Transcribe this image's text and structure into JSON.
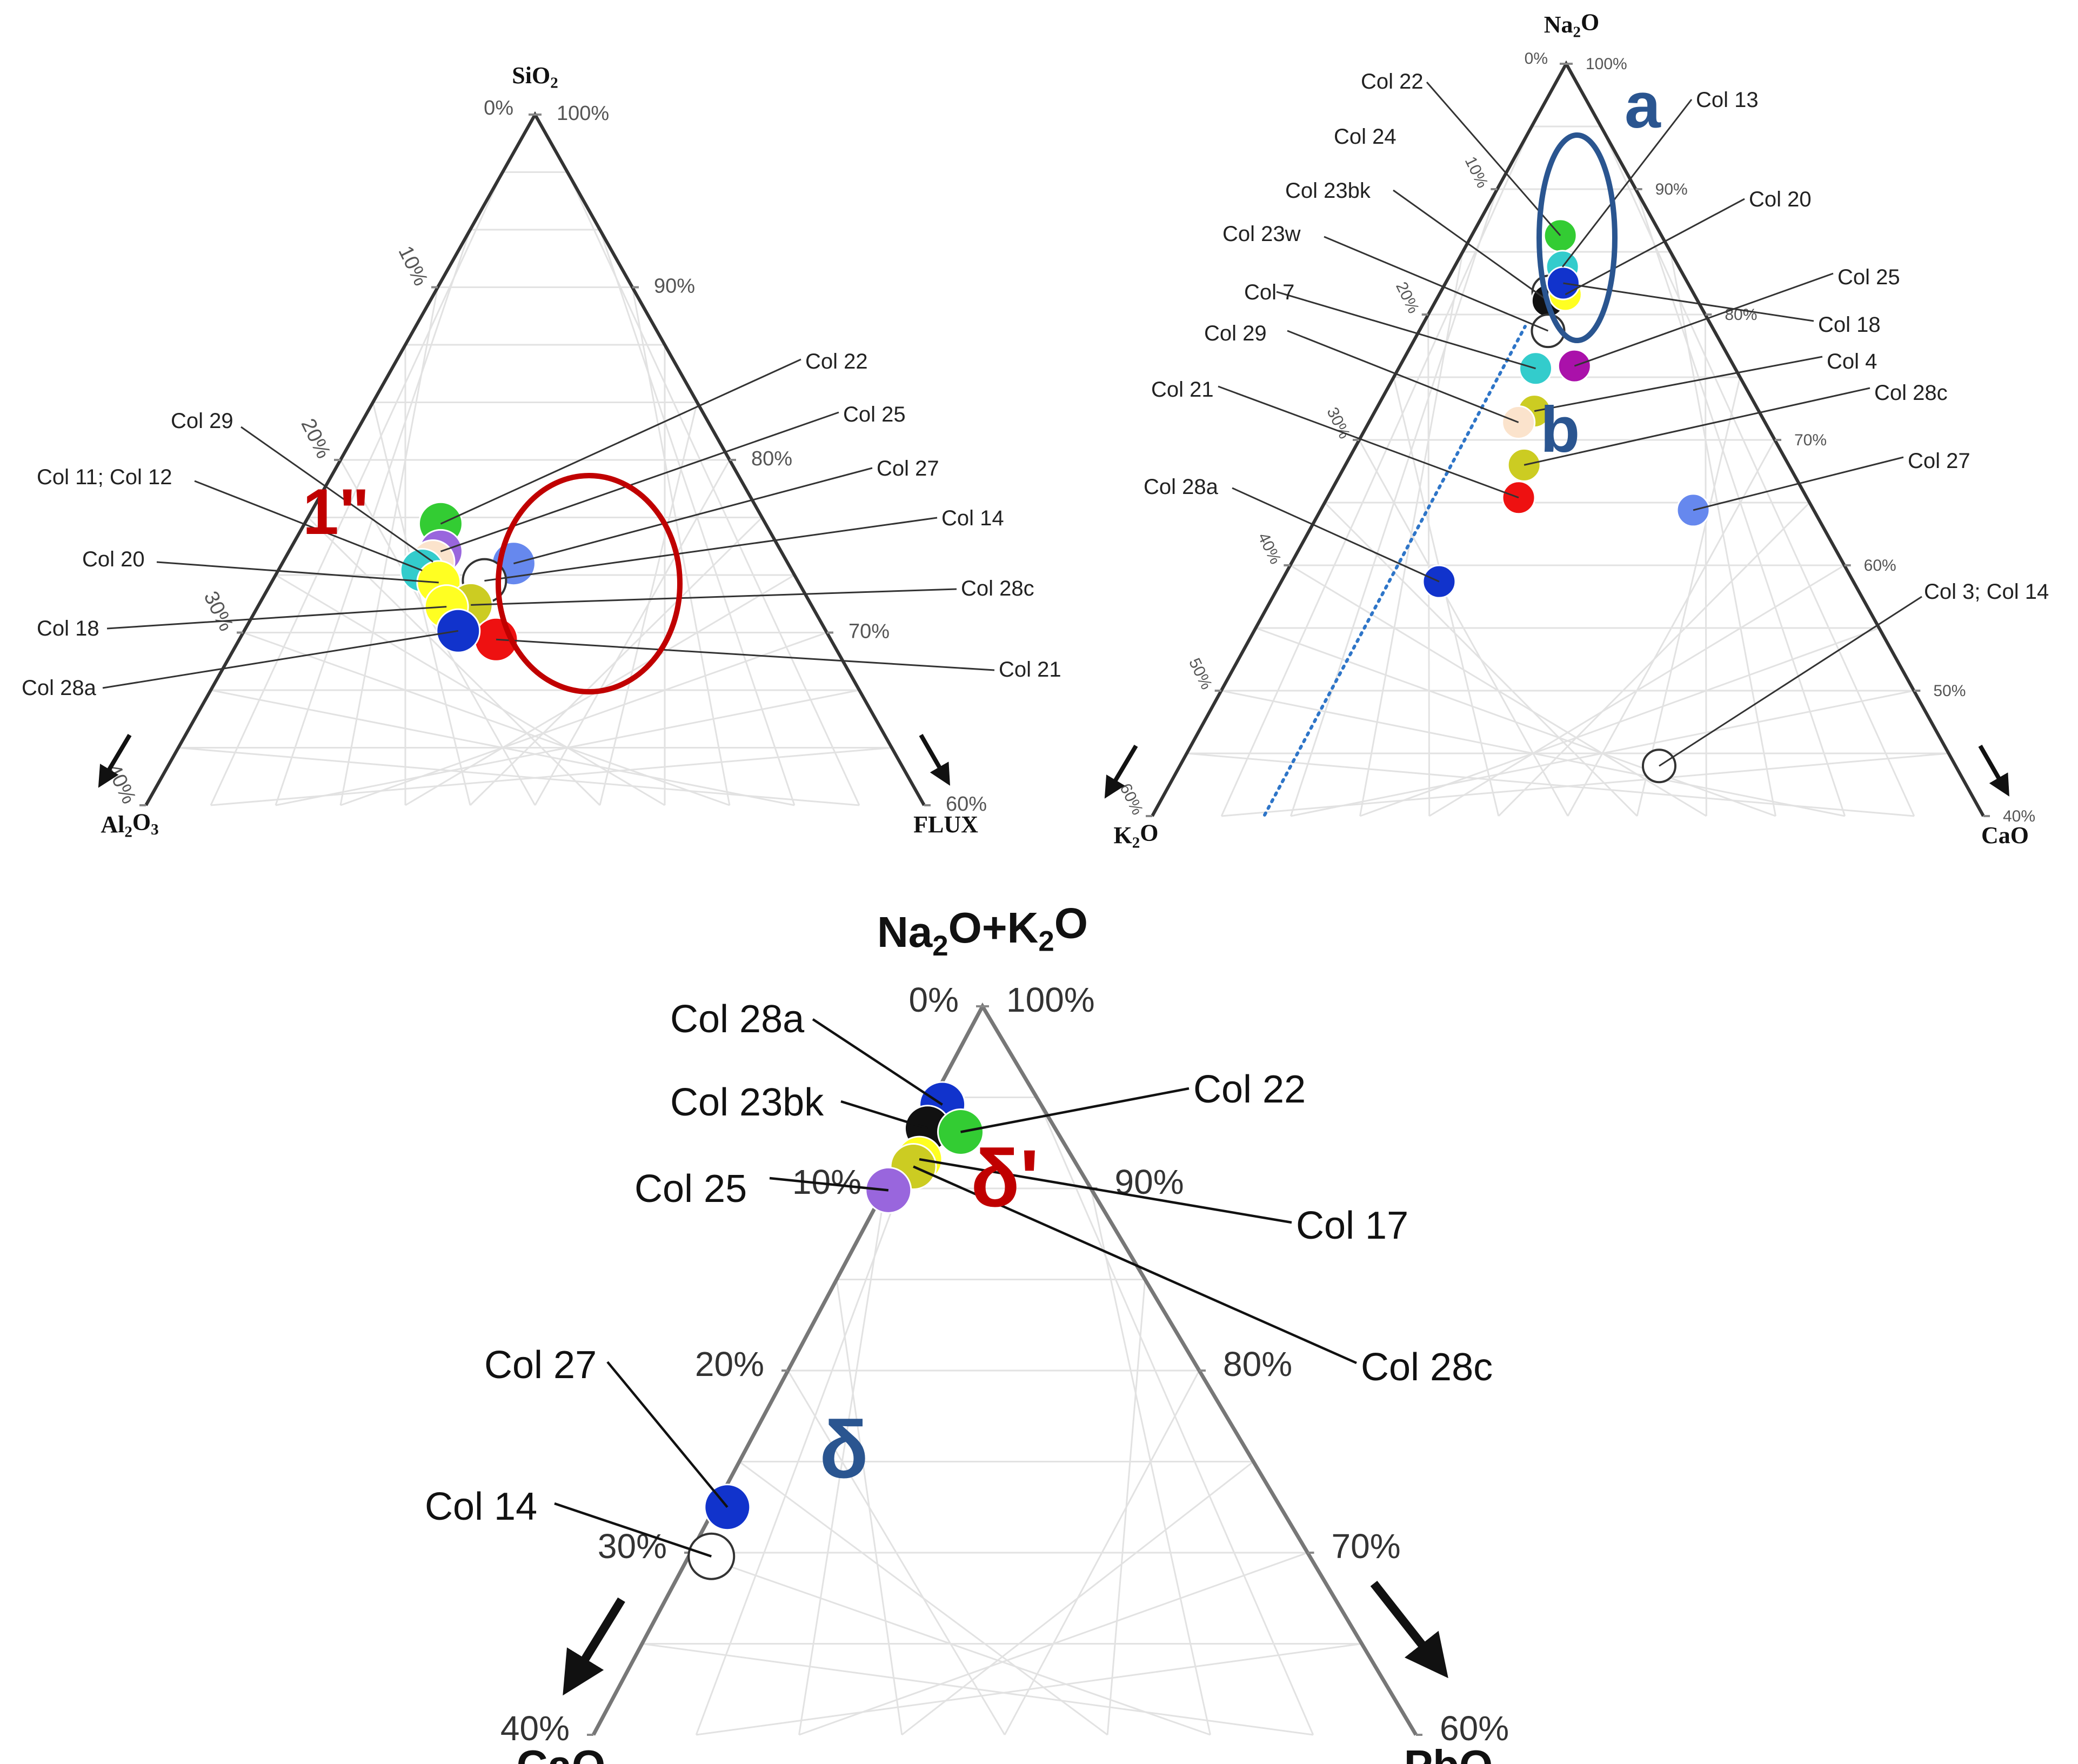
{
  "colors": {
    "green": "#33cc33",
    "cyan": "#33cccc",
    "black": "#111111",
    "blue": "#1133cc",
    "yellow": "#ffff22",
    "magenta": "#aa11aa",
    "purple": "#9966dd",
    "peach": "#fbe3cc",
    "olive": "#cccc22",
    "red": "#ee1111",
    "lightblue": "#6688ee",
    "white": "#ffffff",
    "dark_red_ellipse": "#c00000",
    "dark_blue_ellipse": "#2a5590",
    "blue_dotted": "#2e75c8"
  },
  "chart_data": [
    {
      "type": "scatter",
      "subtype": "ternary",
      "apex_top": {
        "main": "SiO",
        "sub": "2"
      },
      "apex_left": {
        "main": "Al",
        "sub": "2",
        "tail": "O",
        "sub2": "3"
      },
      "apex_right": {
        "main": "FLUX"
      },
      "left_edge_ticks": [
        "0%",
        "10%",
        "20%",
        "30%",
        "40%"
      ],
      "right_edge_ticks": [
        "100%",
        "90%",
        "80%",
        "70%",
        "60%"
      ],
      "axis_range": {
        "SiO2": [
          60,
          100
        ],
        "Al2O3": [
          0,
          40
        ],
        "FLUX": [
          0,
          40
        ]
      },
      "grid": true,
      "region_label": "1\"",
      "points": [
        {
          "label": "Col 22",
          "SiO2": 76.3,
          "Al2O3": 16.7,
          "FLUX": 7.0,
          "color": "green"
        },
        {
          "label": "Col 25",
          "SiO2": 74.7,
          "Al2O3": 17.5,
          "FLUX": 7.8,
          "color": "purple"
        },
        {
          "label": "Col 29",
          "SiO2": 74.1,
          "Al2O3": 18.2,
          "FLUX": 7.7,
          "color": "peach"
        },
        {
          "label": "Col 11; Col 12",
          "SiO2": 73.6,
          "Al2O3": 19.0,
          "FLUX": 7.4,
          "color": "cyan"
        },
        {
          "label": "Col 27",
          "SiO2": 74.0,
          "Al2O3": 14.1,
          "FLUX": 11.9,
          "color": "lightblue"
        },
        {
          "label": "Col 20",
          "SiO2": 72.9,
          "Al2O3": 18.5,
          "FLUX": 8.6,
          "color": "yellow"
        },
        {
          "label": "Col 14",
          "SiO2": 73.0,
          "Al2O3": 16.1,
          "FLUX": 10.9,
          "color": "white"
        },
        {
          "label": "Col 28c",
          "SiO2": 71.6,
          "Al2O3": 17.5,
          "FLUX": 10.9,
          "color": "olive"
        },
        {
          "label": "Col 18",
          "SiO2": 71.5,
          "Al2O3": 18.8,
          "FLUX": 9.7,
          "color": "yellow"
        },
        {
          "label": "Col 21",
          "SiO2": 69.6,
          "Al2O3": 17.2,
          "FLUX": 13.2,
          "color": "red"
        },
        {
          "label": "Col 28a",
          "SiO2": 70.1,
          "Al2O3": 18.9,
          "FLUX": 11.0,
          "color": "blue"
        }
      ]
    },
    {
      "type": "scatter",
      "subtype": "ternary",
      "apex_top": {
        "main": "Na",
        "sub": "2",
        "tail": "O"
      },
      "apex_left": {
        "main": "K",
        "sub": "2",
        "tail": "O"
      },
      "apex_right": {
        "main": "CaO"
      },
      "left_edge_ticks": [
        "0%",
        "10%",
        "20%",
        "30%",
        "40%",
        "50%",
        "60%"
      ],
      "right_edge_ticks": [
        "100%",
        "90%",
        "80%",
        "70%",
        "60%",
        "50%",
        "40%"
      ],
      "axis_range": {
        "Na2O": [
          40,
          100
        ],
        "K2O": [
          0,
          60
        ],
        "CaO": [
          0,
          60
        ]
      },
      "grid": true,
      "region_labels": [
        "a",
        "b"
      ],
      "points": [
        {
          "label": "Col 22",
          "Na2O": 86.3,
          "K2O": 7.3,
          "CaO": 6.4,
          "color": "green"
        },
        {
          "label": "Col 13",
          "Na2O": 83.8,
          "K2O": 8.4,
          "CaO": 7.8,
          "color": "cyan"
        },
        {
          "label": "Col 24",
          "Na2O": 81.8,
          "K2O": 10.4,
          "CaO": 7.8,
          "color": "white"
        },
        {
          "label": "Col 23bk",
          "Na2O": 81.1,
          "K2O": 10.8,
          "CaO": 8.1,
          "color": "black"
        },
        {
          "label": "Col 20",
          "Na2O": 81.6,
          "K2O": 9.3,
          "CaO": 9.1,
          "color": "yellow"
        },
        {
          "label": "Col 23w",
          "Na2O": 78.7,
          "K2O": 12.0,
          "CaO": 9.3,
          "color": "white"
        },
        {
          "label": "Col 25",
          "Na2O": 75.9,
          "K2O": 11.5,
          "CaO": 12.6,
          "color": "magenta"
        },
        {
          "label": "Col 7",
          "Na2O": 75.7,
          "K2O": 14.4,
          "CaO": 9.9,
          "color": "cyan"
        },
        {
          "label": "Col 18",
          "Na2O": 82.5,
          "K2O": 9.0,
          "CaO": 8.5,
          "color": "blue"
        },
        {
          "label": "Col 4",
          "Na2O": 72.3,
          "K2O": 16.2,
          "CaO": 11.5,
          "color": "olive"
        },
        {
          "label": "Col 29",
          "Na2O": 71.4,
          "K2O": 17.8,
          "CaO": 10.8,
          "color": "peach"
        },
        {
          "label": "Col 28c",
          "Na2O": 68.0,
          "K2O": 19.1,
          "CaO": 12.9,
          "color": "olive"
        },
        {
          "label": "Col 21",
          "Na2O": 65.4,
          "K2O": 20.8,
          "CaO": 13.8,
          "color": "red"
        },
        {
          "label": "Col 27",
          "Na2O": 64.4,
          "K2O": 8.7,
          "CaO": 26.9,
          "color": "lightblue"
        },
        {
          "label": "Col 28a",
          "Na2O": 58.7,
          "K2O": 29.9,
          "CaO": 11.4,
          "color": "blue"
        },
        {
          "label": "Col 3; Col 14",
          "Na2O": 44.0,
          "K2O": 21.4,
          "CaO": 34.6,
          "color": "white"
        }
      ]
    },
    {
      "type": "scatter",
      "subtype": "ternary",
      "apex_top": {
        "main": "Na",
        "sub": "2",
        "tail": "O+K",
        "sub2": "2",
        "tail2": "O"
      },
      "apex_left": {
        "main": "CaO"
      },
      "apex_right": {
        "main": "PbO"
      },
      "left_edge_ticks": [
        "0%",
        "10%",
        "20%",
        "30%",
        "40%"
      ],
      "right_edge_ticks": [
        "100%",
        "90%",
        "80%",
        "70%",
        "60%"
      ],
      "axis_range": {
        "Na2O+K2O": [
          60,
          100
        ],
        "CaO": [
          0,
          40
        ],
        "PbO": [
          0,
          40
        ]
      },
      "grid": true,
      "region_labels": [
        "δ'",
        "δ"
      ],
      "points": [
        {
          "label": "Col 28a",
          "Na2O+K2O": 94.6,
          "CaO": 4.8,
          "PbO": 0.6,
          "color": "blue"
        },
        {
          "label": "Col 23bk",
          "Na2O+K2O": 93.3,
          "CaO": 6.2,
          "PbO": 0.5,
          "color": "black"
        },
        {
          "label": "Col 22",
          "Na2O+K2O": 93.1,
          "CaO": 4.7,
          "PbO": 2.2,
          "color": "green"
        },
        {
          "label": "Col 17",
          "Na2O+K2O": 91.6,
          "CaO": 7.5,
          "PbO": 0.9,
          "color": "yellow"
        },
        {
          "label": "Col 28c",
          "Na2O+K2O": 91.2,
          "CaO": 8.0,
          "PbO": 0.8,
          "color": "olive"
        },
        {
          "label": "Col 25",
          "Na2O+K2O": 89.9,
          "CaO": 9.9,
          "PbO": 0.2,
          "color": "purple"
        },
        {
          "label": "Col 27",
          "Na2O+K2O": 72.5,
          "CaO": 26.9,
          "PbO": 0.6,
          "color": "blue"
        },
        {
          "label": "Col 14",
          "Na2O+K2O": 69.8,
          "CaO": 29.1,
          "PbO": 1.1,
          "color": "white"
        }
      ]
    }
  ]
}
